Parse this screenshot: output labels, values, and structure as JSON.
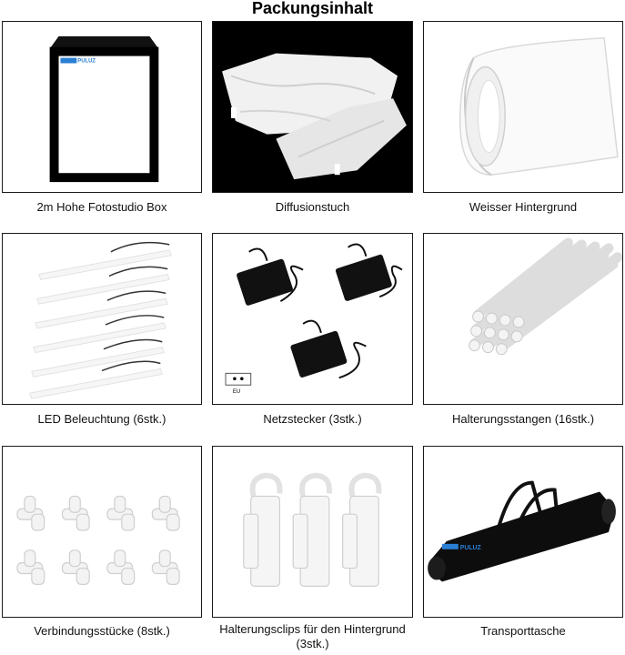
{
  "title": "Packungsinhalt",
  "items": [
    {
      "label": "2m Hohe Fotostudio Box",
      "icon": "softbox-frame-icon"
    },
    {
      "label": "Diffusionstuch",
      "icon": "diffusion-cloth-icon"
    },
    {
      "label": "Weisser Hintergrund",
      "icon": "white-backdrop-roll-icon"
    },
    {
      "label": "LED Beleuchtung (6stk.)",
      "icon": "led-strip-icon"
    },
    {
      "label": "Netzstecker (3stk.)",
      "icon": "power-adapter-icon"
    },
    {
      "label": "Halterungsstangen (16stk.)",
      "icon": "support-rods-icon"
    },
    {
      "label": "Verbindungsstücke (8stk.)",
      "icon": "three-way-connector-icon"
    },
    {
      "label": "Halterungsclips für den Hintergrund (3stk.)",
      "icon": "hanger-clip-icon"
    },
    {
      "label": "Transporttasche",
      "icon": "carry-bag-icon"
    }
  ],
  "brand": "PULUZ",
  "plug_label": "EU",
  "colors": {
    "frame": "#000000",
    "panel": "#ffffff",
    "border": "#1a1a1a"
  }
}
